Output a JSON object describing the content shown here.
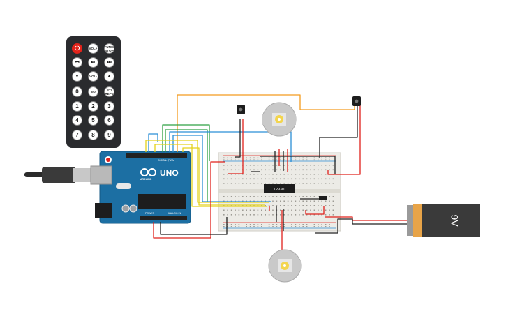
{
  "remote": {
    "buttons": [
      {
        "label": "⏻",
        "name": "power-button",
        "kind": "power"
      },
      {
        "label": "VOL+",
        "name": "volume-up-button",
        "kind": "small"
      },
      {
        "label": "FUNC/ STOP",
        "name": "func-stop-button",
        "kind": "small"
      },
      {
        "label": "⏮",
        "name": "rewind-button",
        "kind": "icon"
      },
      {
        "label": "⏯",
        "name": "play-pause-button",
        "kind": "icon"
      },
      {
        "label": "⏭",
        "name": "fast-forward-button",
        "kind": "icon"
      },
      {
        "label": "▼",
        "name": "down-button",
        "kind": "icon"
      },
      {
        "label": "VOL-",
        "name": "volume-down-button",
        "kind": "small"
      },
      {
        "label": "▲",
        "name": "up-button",
        "kind": "icon"
      },
      {
        "label": "0",
        "name": "digit-0-button",
        "kind": "num"
      },
      {
        "label": "EQ",
        "name": "eq-button",
        "kind": "small"
      },
      {
        "label": "ST/ REPT",
        "name": "st-rept-button",
        "kind": "small"
      },
      {
        "label": "1",
        "name": "digit-1-button",
        "kind": "num"
      },
      {
        "label": "2",
        "name": "digit-2-button",
        "kind": "num"
      },
      {
        "label": "3",
        "name": "digit-3-button",
        "kind": "num"
      },
      {
        "label": "4",
        "name": "digit-4-button",
        "kind": "num"
      },
      {
        "label": "5",
        "name": "digit-5-button",
        "kind": "num"
      },
      {
        "label": "6",
        "name": "digit-6-button",
        "kind": "num"
      },
      {
        "label": "7",
        "name": "digit-7-button",
        "kind": "num"
      },
      {
        "label": "8",
        "name": "digit-8-button",
        "kind": "num"
      },
      {
        "label": "9",
        "name": "digit-9-button",
        "kind": "num"
      }
    ]
  },
  "arduino": {
    "logo": "ARDUINO",
    "model": "UNO",
    "digital_label": "DIGITAL (PWM ~)",
    "power_label": "POWER",
    "analog_label": "ANALOG IN"
  },
  "driver_chip": {
    "label": "L293D"
  },
  "battery": {
    "label": "9V"
  },
  "colors": {
    "red_wire": "#e0201b",
    "black_wire": "#222222",
    "orange_wire": "#f39b1d",
    "yellow_wire": "#e5d21a",
    "green_wire": "#2ea043",
    "blue_wire": "#2b8fd6",
    "board_blue": "#1c6fa3",
    "breadboard": "#ecebe6"
  }
}
